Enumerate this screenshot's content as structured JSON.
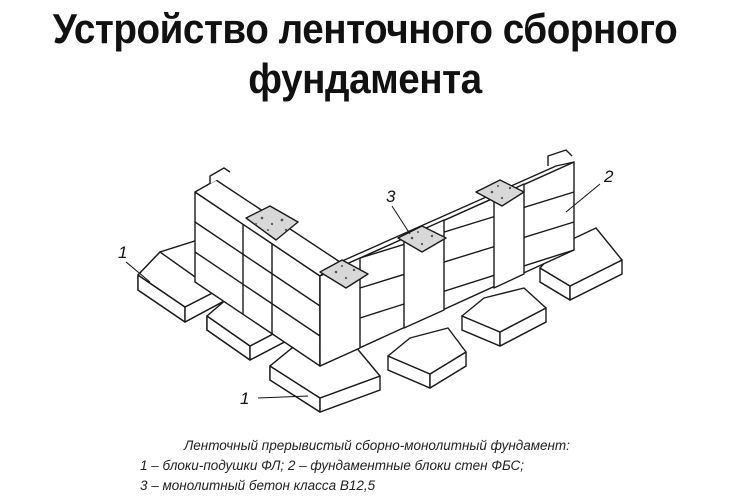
{
  "title": {
    "line1": "Устройство ленточного сборного",
    "line2": "фундамента"
  },
  "diagram": {
    "labels": {
      "pad_left": "1",
      "pad_bottom": "1",
      "wall_block": "2",
      "concrete": "3"
    }
  },
  "caption": {
    "line1": "Ленточный прерывистый сборно-монолитный фундамент:",
    "line2": "1 – блоки-подушки ФЛ; 2 – фундаментные блоки стен ФБС;",
    "line3": "3 – монолитный бетон класса В12,5"
  }
}
